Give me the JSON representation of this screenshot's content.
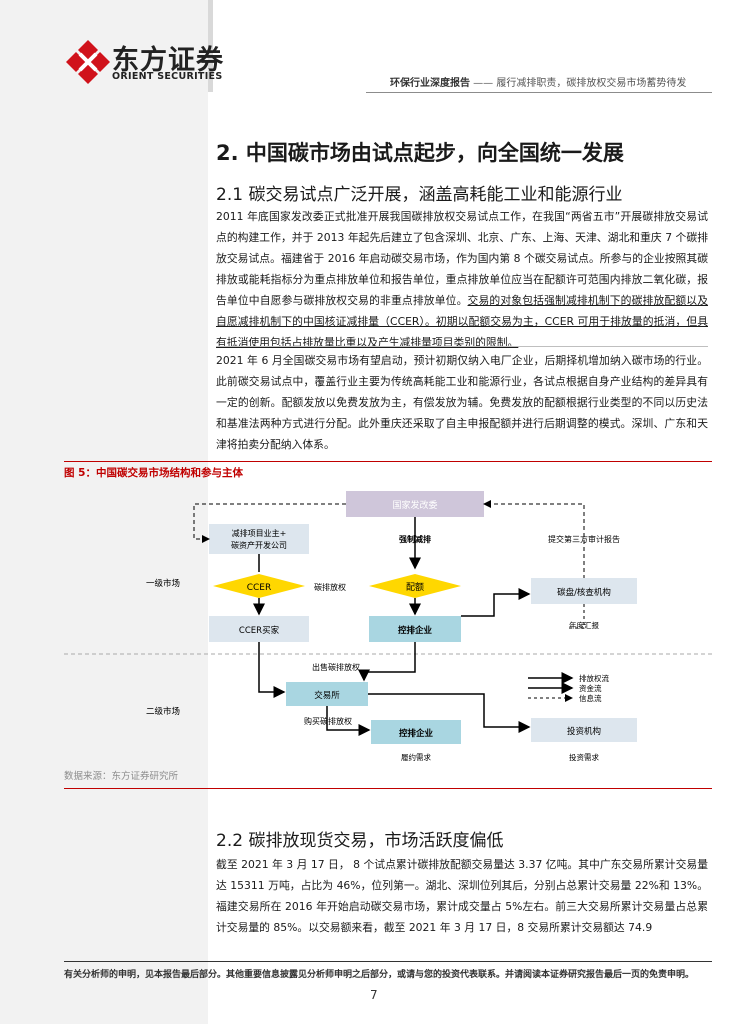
{
  "header": {
    "logo_cn": "东方证券",
    "logo_en": "ORIENT SECURITIES",
    "report_type": "环保行业深度报告",
    "separator": " —— ",
    "report_subtitle": "履行减排职责，碳排放权交易市场蓄势待发"
  },
  "section": {
    "title": "2. 中国碳市场由试点起步，向全国统一发展",
    "sub1_title": "2.1 碳交易试点广泛开展，涵盖高耗能工业和能源行业",
    "sub1_para1_a": "2011 年底国家发改委正式批准开展我国碳排放权交易试点工作，在我国“两省五市”开展碳排放交易试点的构建工作，并于 2013 年起先后建立了包含深圳、北京、广东、上海、天津、湖北和重庆 7 个碳排放交易试点。福建省于 2016 年启动碳交易市场，作为国内第 8 个碳交易试点。所参与的企业按照其碳排放或能耗指标分为重点排放单位和报告单位，重点排放单位应当在配额许可范围内排放二氧化碳，报告单位中自愿参与碳排放权交易的非重点排放单位。",
    "sub1_para1_b": "交易的对象包括强制减排机制下的碳排放配额以及自愿减排机制下的中国核证减排量（CCER）。初期以配额交易为主，CCER 可用于排放量的抵消，但具有抵消使用包括占排放量比重以及产生减排量项目类别的限制。",
    "sub1_para2": "2021 年 6 月全国碳交易市场有望启动，预计初期仅纳入电厂企业，后期择机增加纳入碳市场的行业。此前碳交易试点中，覆盖行业主要为传统高耗能工业和能源行业，各试点根据自身产业结构的差异具有一定的创新。配额发放以免费发放为主，有偿发放为辅。免费发放的配额根据行业类型的不同以历史法和基准法两种方式进行分配。此外重庆还采取了自主申报配额并进行后期调整的模式。深圳、广东和天津将拍卖分配纳入体系。",
    "sub2_title": "2.2 碳排放现货交易，市场活跃度偏低",
    "sub2_para": "截至 2021 年 3 月 17 日， 8 个试点累计碳排放配额交易量达 3.37 亿吨。其中广东交易所累计交易量达 15311 万吨，占比为 46%，位列第一。湖北、深圳位列其后，分别占总累计交易量 22%和 13%。福建交易所在 2016 年开始启动碳交易市场，累计成交量占 5%左右。前三大交易所累计交易量占总累计交易量的 85%。以交易额来看，截至 2021 年 3 月 17 日，8 交易所累计交易额达 74.9"
  },
  "figure": {
    "title": "图 5：中国碳交易市场结构和参与主体",
    "source": "数据来源：东方证券研究所",
    "ndrc": "国家发改委",
    "project_owner_l1": "减排项目业主+",
    "project_owner_l2": "碳资产开发公司",
    "forced_reduction": "强制减排",
    "third_party_audit": "提交第三方审计报告",
    "ccer": "CCER",
    "carbon_emission_right": "碳排放权",
    "quota": "配额",
    "verification_agency": "碳盘/核查机构",
    "ccer_buyer": "CCER买家",
    "controlled_enterprise": "控排企业",
    "annual_report": "年度汇报",
    "primary_market": "一级市场",
    "sell_rights": "出售碳排放权",
    "exchange": "交易所",
    "secondary_market": "二级市场",
    "buy_rights": "购买碳排放权",
    "compliance_demand": "履约需求",
    "investment_institution": "投资机构",
    "investment_demand": "投资需求",
    "legend_rights_flow": "排放权流",
    "legend_capital_flow": "资金流",
    "legend_info_flow": "信息流",
    "colors": {
      "ndrc_box": "#cfc6da",
      "light_box": "#dde6ee",
      "controlled_box": "#a9d6e1",
      "diamond": "#ffd700",
      "arrow": "#000000"
    }
  },
  "footer": {
    "disclaimer": "有关分析师的申明，见本报告最后部分。其他重要信息披露见分析师申明之后部分，或请与您的投资代表联系。并请阅读本证券研究报告最后一页的免责申明。",
    "page_number": "7"
  }
}
